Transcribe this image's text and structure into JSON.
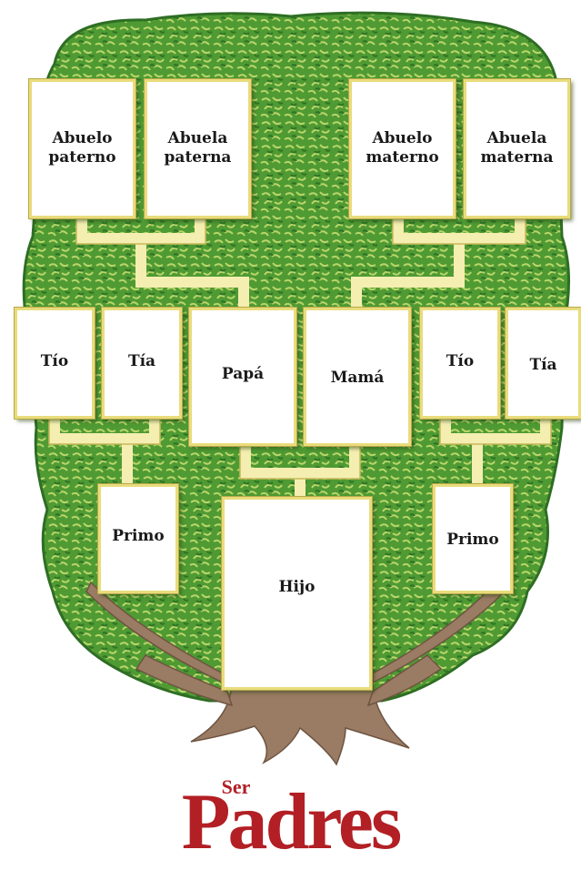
{
  "colors": {
    "foliage_dark": "#3e8a2c",
    "foliage_mid": "#62a83a",
    "foliage_light": "#b7d466",
    "trunk": "#9a7b63",
    "connector": "#f4eeb1",
    "card_border": "#e9dc7c",
    "brand": "#b21f24"
  },
  "tree": {
    "grandparents": [
      {
        "label": "Abuelo\npaterno"
      },
      {
        "label": "Abuela\npaterna"
      },
      {
        "label": "Abuelo\nmaterno"
      },
      {
        "label": "Abuela\nmaterna"
      }
    ],
    "middle": [
      {
        "label": "Tío"
      },
      {
        "label": "Tía"
      },
      {
        "label": "Papá"
      },
      {
        "label": "Mamá"
      },
      {
        "label": "Tío"
      },
      {
        "label": "Tía"
      }
    ],
    "bottom": {
      "primo_left": "Primo",
      "hijo": "Hijo",
      "primo_right": "Primo"
    }
  },
  "brand": {
    "small": "Ser",
    "big": "Padres"
  }
}
